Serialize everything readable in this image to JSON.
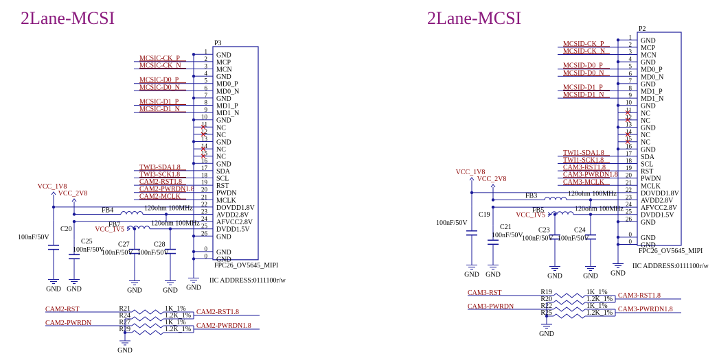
{
  "left": {
    "title": "2Lane-MCSI",
    "ref": "P3",
    "part": "FPC26_OV5645_MIPI",
    "iic": "IIC ADDRESS:0111100r/w",
    "pins": [
      {
        "n": "1",
        "name": "GND",
        "net": ""
      },
      {
        "n": "2",
        "name": "MCP",
        "net": "MCSIC-CK_P"
      },
      {
        "n": "3",
        "name": "MCN",
        "net": "MCSIC-CK_N"
      },
      {
        "n": "4",
        "name": "GND",
        "net": ""
      },
      {
        "n": "5",
        "name": "MD0_P",
        "net": "MCSIC-D0_P"
      },
      {
        "n": "6",
        "name": "MD0_N",
        "net": "MCSIC-D0_N"
      },
      {
        "n": "7",
        "name": "GND",
        "net": ""
      },
      {
        "n": "8",
        "name": "MD1_P",
        "net": "MCSIC-D1_P"
      },
      {
        "n": "9",
        "name": "MD1_N",
        "net": "MCSIC-D1_N"
      },
      {
        "n": "10",
        "name": "GND",
        "net": ""
      },
      {
        "n": "11",
        "name": "NC",
        "net": ""
      },
      {
        "n": "12",
        "name": "NC",
        "net": ""
      },
      {
        "n": "13",
        "name": "GND",
        "net": ""
      },
      {
        "n": "14",
        "name": "NC",
        "net": ""
      },
      {
        "n": "15",
        "name": "NC",
        "net": ""
      },
      {
        "n": "16",
        "name": "GND",
        "net": ""
      },
      {
        "n": "17",
        "name": "SDA",
        "net": "TWI3-SDA1.8"
      },
      {
        "n": "18",
        "name": "SCL",
        "net": "TWI3-SCK1.8"
      },
      {
        "n": "19",
        "name": "RST",
        "net": "CAM2-RST1.8"
      },
      {
        "n": "20",
        "name": "PWDN",
        "net": "CAM2-PWRDN1.8"
      },
      {
        "n": "21",
        "name": "MCLK",
        "net": "CAM2-MCLK"
      },
      {
        "n": "22",
        "name": "DOVDD1.8V",
        "net": ""
      },
      {
        "n": "23",
        "name": "AVDD2.8V",
        "net": ""
      },
      {
        "n": "24",
        "name": "AFVCC2.8V",
        "net": ""
      },
      {
        "n": "25",
        "name": "DVDD1.5V",
        "net": ""
      },
      {
        "n": "26",
        "name": "GND",
        "net": ""
      },
      {
        "n": "0",
        "name": "GND",
        "net": ""
      },
      {
        "n": "0",
        "name": "GND",
        "net": ""
      }
    ],
    "vcc18": "VCC_1V8",
    "vcc28": "VCC_2V8",
    "vcc15": "VCC_1V5",
    "fb1": {
      "ref": "FB4",
      "val": "120ohm 100MHz"
    },
    "fb2": {
      "ref": "FB7",
      "val": "120ohm 100MHz"
    },
    "caps": [
      {
        "ref": "C20",
        "val": "100nF/50V"
      },
      {
        "ref": "C25",
        "val": "100nF/50V"
      },
      {
        "ref": "C27",
        "val": "100nF/50V"
      },
      {
        "ref": "C28",
        "val": "100nF/50V"
      }
    ],
    "gnd": "GND",
    "resistors": {
      "in1": "CAM2-RST",
      "in2": "CAM2-PWRDN",
      "out1": "CAM2-RST1.8",
      "out2": "CAM2-PWRDN1.8",
      "r": [
        {
          "ref": "R21",
          "val": "1K_1%"
        },
        {
          "ref": "R24",
          "val": "1.2K_1%"
        },
        {
          "ref": "R27",
          "val": "1K_1%"
        },
        {
          "ref": "R29",
          "val": "1.2K_1%"
        }
      ]
    }
  },
  "right": {
    "title": "2Lane-MCSI",
    "ref": "P2",
    "part": "FPC26_OV5645_MIPI",
    "iic": "IIC ADDRESS:0111100r/w",
    "pins": [
      {
        "n": "1",
        "name": "GND",
        "net": ""
      },
      {
        "n": "2",
        "name": "MCP",
        "net": "MCSID-CK_P"
      },
      {
        "n": "3",
        "name": "MCN",
        "net": "MCSID-CK_N"
      },
      {
        "n": "4",
        "name": "GND",
        "net": ""
      },
      {
        "n": "5",
        "name": "MD0_P",
        "net": "MCSID-D0_P"
      },
      {
        "n": "6",
        "name": "MD0_N",
        "net": "MCSID-D0_N"
      },
      {
        "n": "7",
        "name": "GND",
        "net": ""
      },
      {
        "n": "8",
        "name": "MD1_P",
        "net": "MCSID-D1_P"
      },
      {
        "n": "9",
        "name": "MD1_N",
        "net": "MCSID-D1_N"
      },
      {
        "n": "10",
        "name": "GND",
        "net": ""
      },
      {
        "n": "11",
        "name": "NC",
        "net": ""
      },
      {
        "n": "12",
        "name": "NC",
        "net": ""
      },
      {
        "n": "13",
        "name": "GND",
        "net": ""
      },
      {
        "n": "14",
        "name": "NC",
        "net": ""
      },
      {
        "n": "15",
        "name": "NC",
        "net": ""
      },
      {
        "n": "16",
        "name": "GND",
        "net": ""
      },
      {
        "n": "17",
        "name": "SDA",
        "net": "TWI1-SDA1.8"
      },
      {
        "n": "18",
        "name": "SCL",
        "net": "TWI1-SCK1.8"
      },
      {
        "n": "19",
        "name": "RST",
        "net": "CAM3-RST1.8"
      },
      {
        "n": "20",
        "name": "PWDN",
        "net": "CAM3-PWRDN1.8"
      },
      {
        "n": "21",
        "name": "MCLK",
        "net": "CAM3-MCLK"
      },
      {
        "n": "22",
        "name": "DOVDD1.8V",
        "net": ""
      },
      {
        "n": "23",
        "name": "AVDD2.8V",
        "net": ""
      },
      {
        "n": "24",
        "name": "AFVCC2.8V",
        "net": ""
      },
      {
        "n": "25",
        "name": "DVDD1.5V",
        "net": ""
      },
      {
        "n": "26",
        "name": "GND",
        "net": ""
      },
      {
        "n": "0",
        "name": "GND",
        "net": ""
      },
      {
        "n": "0",
        "name": "GND",
        "net": ""
      }
    ],
    "vcc18": "VCC_1V8",
    "vcc28": "VCC_2V8",
    "vcc15": "VCC_1V5",
    "fb1": {
      "ref": "FB3",
      "val": "120ohm 100MHz"
    },
    "fb2": {
      "ref": "FB5",
      "val": "120ohm 100MHz"
    },
    "caps": [
      {
        "ref": "C19",
        "val": "100nF/50V"
      },
      {
        "ref": "C21",
        "val": "100nF/50V"
      },
      {
        "ref": "C23",
        "val": "100nF/50V"
      },
      {
        "ref": "C24",
        "val": "100nF/50V"
      }
    ],
    "gnd": "GND",
    "resistors": {
      "in1": "CAM3-RST",
      "in2": "CAM3-PWRDN",
      "out1": "CAM3-RST1.8",
      "out2": "CAM3-PWRDN1.8",
      "r": [
        {
          "ref": "R19",
          "val": "1K_1%"
        },
        {
          "ref": "R20",
          "val": "1.2K_1%"
        },
        {
          "ref": "R22",
          "val": "1K_1%"
        },
        {
          "ref": "R25",
          "val": "1.2K_1%"
        }
      ]
    }
  },
  "colors": {
    "wire": "#1a1a99",
    "net": "#8b0000",
    "title": "#8a1a7d",
    "nc": "#cc0000"
  }
}
